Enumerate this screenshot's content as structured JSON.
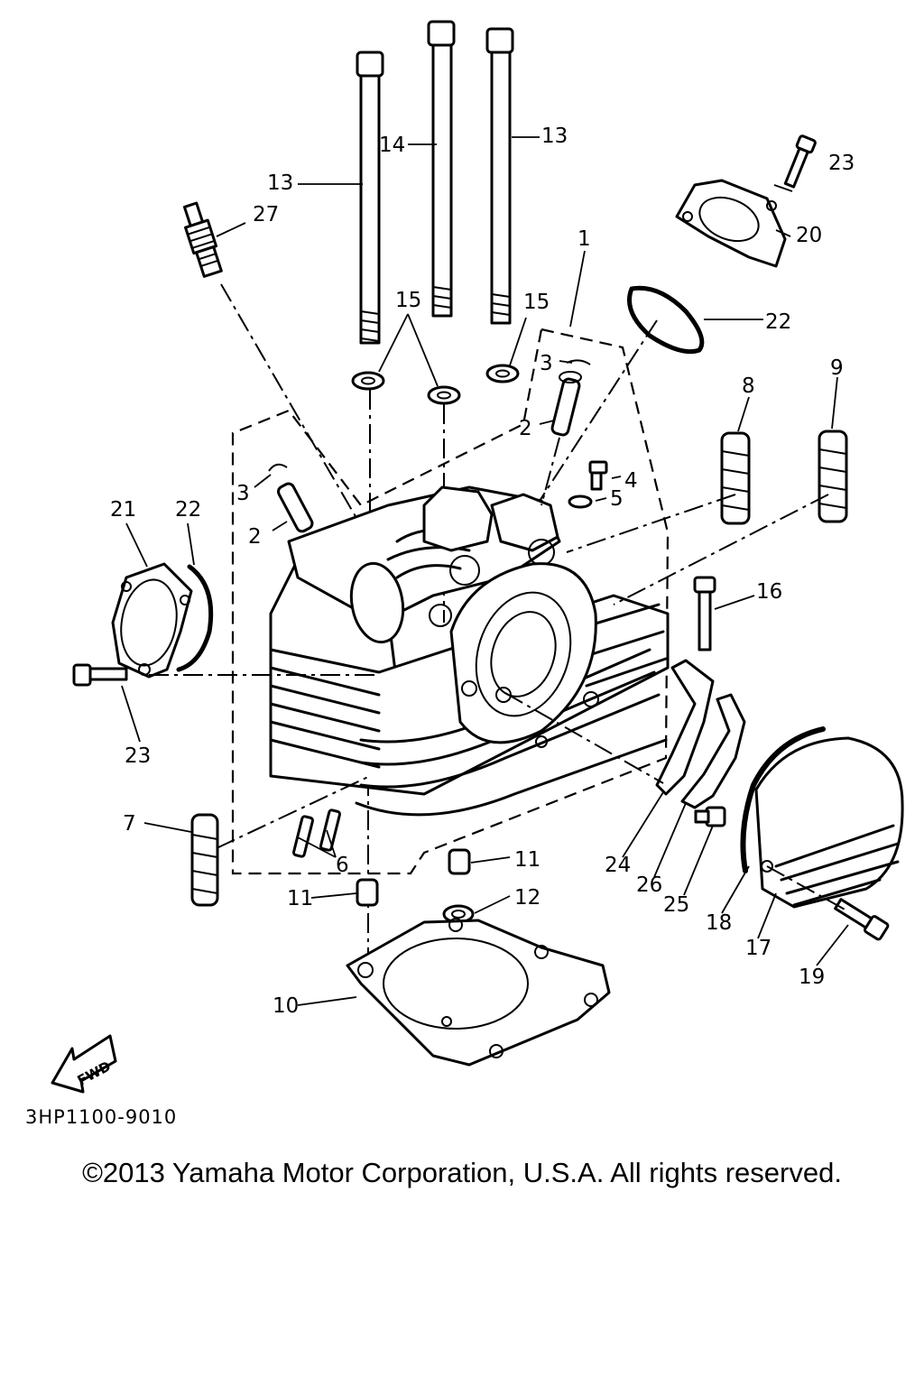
{
  "diagram_code": "3HP1100-9010",
  "copyright": "©2013 Yamaha Motor Corporation, U.S.A. All rights reserved.",
  "fwd_label": "FWD",
  "callouts": {
    "c1": "1",
    "c2a": "2",
    "c2b": "2",
    "c3a": "3",
    "c3b": "3",
    "c4": "4",
    "c5": "5",
    "c6": "6",
    "c7": "7",
    "c8": "8",
    "c9": "9",
    "c10": "10",
    "c11a": "11",
    "c11b": "11",
    "c12": "12",
    "c13a": "13",
    "c13b": "13",
    "c14": "14",
    "c15a": "15",
    "c15b": "15",
    "c16": "16",
    "c17": "17",
    "c18": "18",
    "c19": "19",
    "c20": "20",
    "c21": "21",
    "c22a": "22",
    "c22b": "22",
    "c23a": "23",
    "c23b": "23",
    "c24": "24",
    "c25": "25",
    "c26": "26",
    "c27": "27"
  }
}
